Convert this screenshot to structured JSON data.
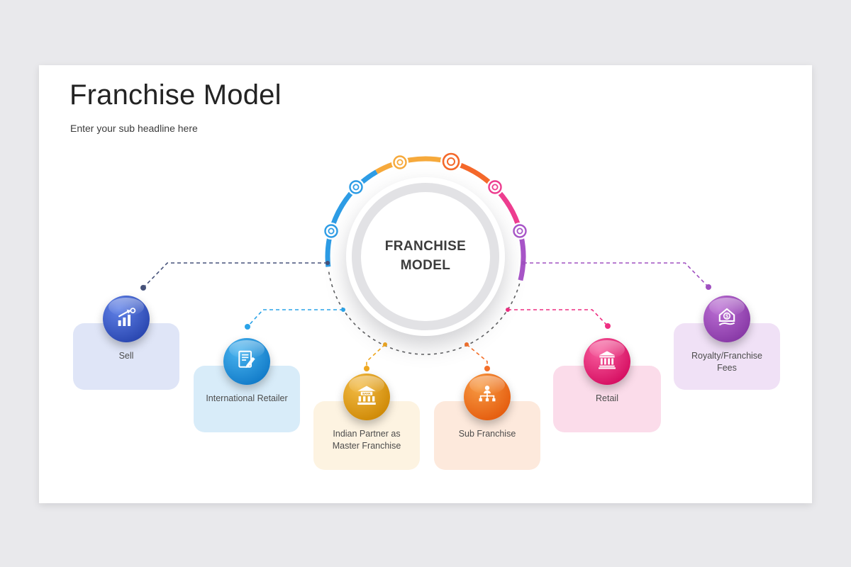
{
  "slide": {
    "title": "Franchise Model",
    "subtitle": "Enter your sub headline here"
  },
  "center": {
    "line1": "FRANCHISE",
    "line2": "MODEL"
  },
  "arc": {
    "segment_colors": [
      "#2d9ce5",
      "#f6a93b",
      "#f4682a",
      "#ed3d8f",
      "#a855c8"
    ],
    "marker_colors": [
      "#2d9ce5",
      "#2d9ce5",
      "#f6a93b",
      "#f4682a",
      "#ed3d8f",
      "#a855c8"
    ],
    "dashed_circle_color": "#5f6062"
  },
  "nodes": [
    {
      "label": "Sell",
      "icon": "growth-chart-icon",
      "bubble_top": "#6182e8",
      "bubble_bottom": "#2a47b0",
      "card_color": "#dfe5f7",
      "connector_color": "#46527a"
    },
    {
      "label": "International Retailer",
      "icon": "contract-pen-icon",
      "bubble_top": "#49b4ef",
      "bubble_bottom": "#137cc9",
      "card_color": "#d8ecf9",
      "connector_color": "#2aa3e8"
    },
    {
      "label": "Indian Partner as Master Franchise",
      "icon": "bank-icon",
      "icon_text": "BANK",
      "bubble_top": "#f3bb45",
      "bubble_bottom": "#cf8a07",
      "card_color": "#fdf3e1",
      "connector_color": "#efa71f"
    },
    {
      "label": "Sub Franchise",
      "icon": "hierarchy-icon",
      "bubble_top": "#f79a43",
      "bubble_bottom": "#e55d0f",
      "card_color": "#fde9dc",
      "connector_color": "#f4702a"
    },
    {
      "label": "Retail",
      "icon": "storefront-bank-icon",
      "bubble_top": "#f85e9e",
      "bubble_bottom": "#d60f62",
      "card_color": "#fbdcea",
      "connector_color": "#ee2f82"
    },
    {
      "label": "Royalty/Franchise Fees",
      "icon": "house-dollar-icon",
      "icon_text": "$",
      "bubble_top": "#bb6fd4",
      "bubble_bottom": "#8839a6",
      "card_color": "#f0e1f6",
      "connector_color": "#a050c0"
    }
  ]
}
